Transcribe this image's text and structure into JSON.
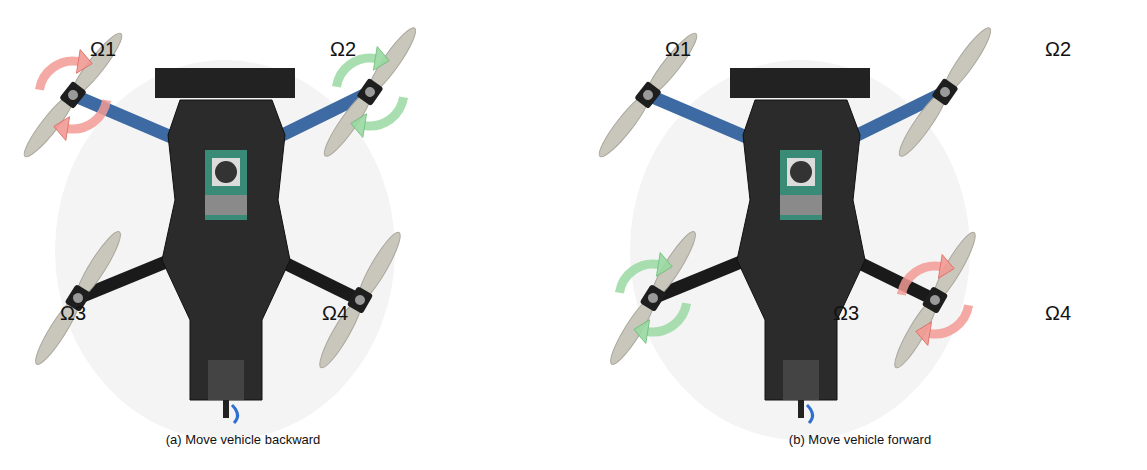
{
  "diagram": {
    "labels": [
      "Ω1",
      "Ω2",
      "Ω3",
      "Ω4",
      "(a) Move vehicle backward",
      "Ω1",
      "Ω2",
      "Ω3",
      "Ω4",
      "(b) Move vehicle forward"
    ]
  }
}
